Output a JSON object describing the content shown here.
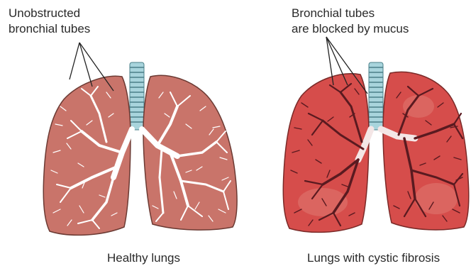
{
  "labels": {
    "healthy_line1": "Unobstructed",
    "healthy_line2": "bronchial tubes",
    "cf_line1": "Bronchial tubes",
    "cf_line2": "are blocked by mucus"
  },
  "captions": {
    "healthy": "Healthy lungs",
    "cystic_fibrosis": "Lungs with cystic fibrosis"
  },
  "colors": {
    "healthy_lung_fill": "#c9746a",
    "healthy_lung_edge": "#6b3a33",
    "healthy_airway": "#ffffff",
    "cf_lung_fill": "#d64d4b",
    "cf_lung_edge": "#7a2a28",
    "cf_airway": "#5a1a20",
    "trachea_ring": "#7ab8c4",
    "pointer_line": "#222222"
  }
}
